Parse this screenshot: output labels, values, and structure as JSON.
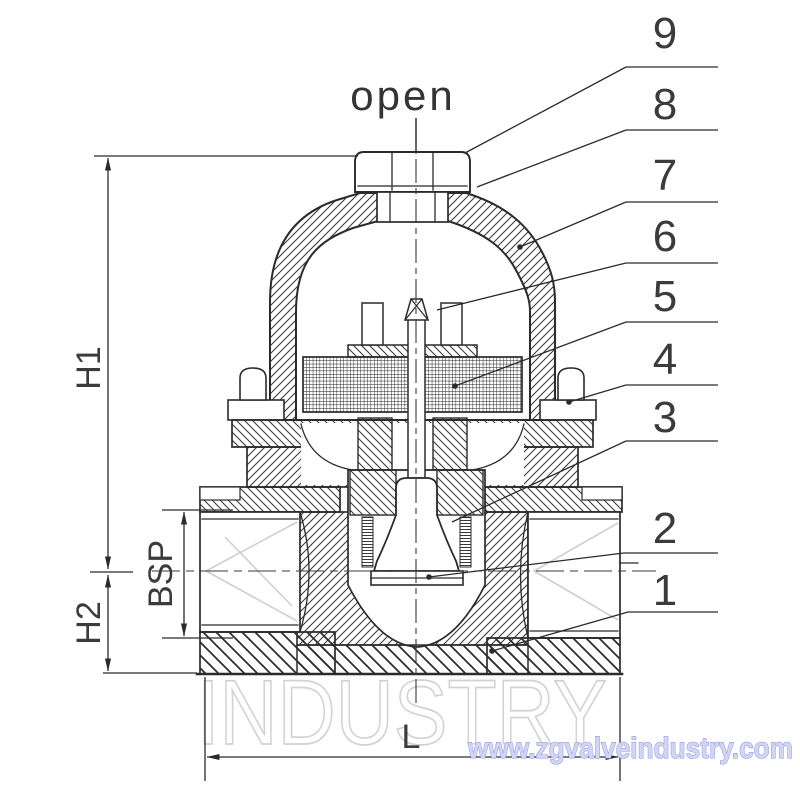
{
  "drawing": {
    "title_label": "open",
    "callouts": [
      "9",
      "8",
      "7",
      "6",
      "5",
      "4",
      "3",
      "2",
      "1"
    ],
    "dimensions": {
      "h1": "H1",
      "h2": "H2",
      "bsp": "BSP",
      "l": "L"
    },
    "watermark_text": "INDUSTRY",
    "website": "www.zgvalveindustry.com",
    "colors": {
      "line": "#2b2b2b",
      "label": "#3b3b3b",
      "watermark_gray": "#d2d2d2",
      "website_fill": "#d3d5f4",
      "website_stroke": "#8f94e0",
      "background": "#ffffff"
    }
  }
}
